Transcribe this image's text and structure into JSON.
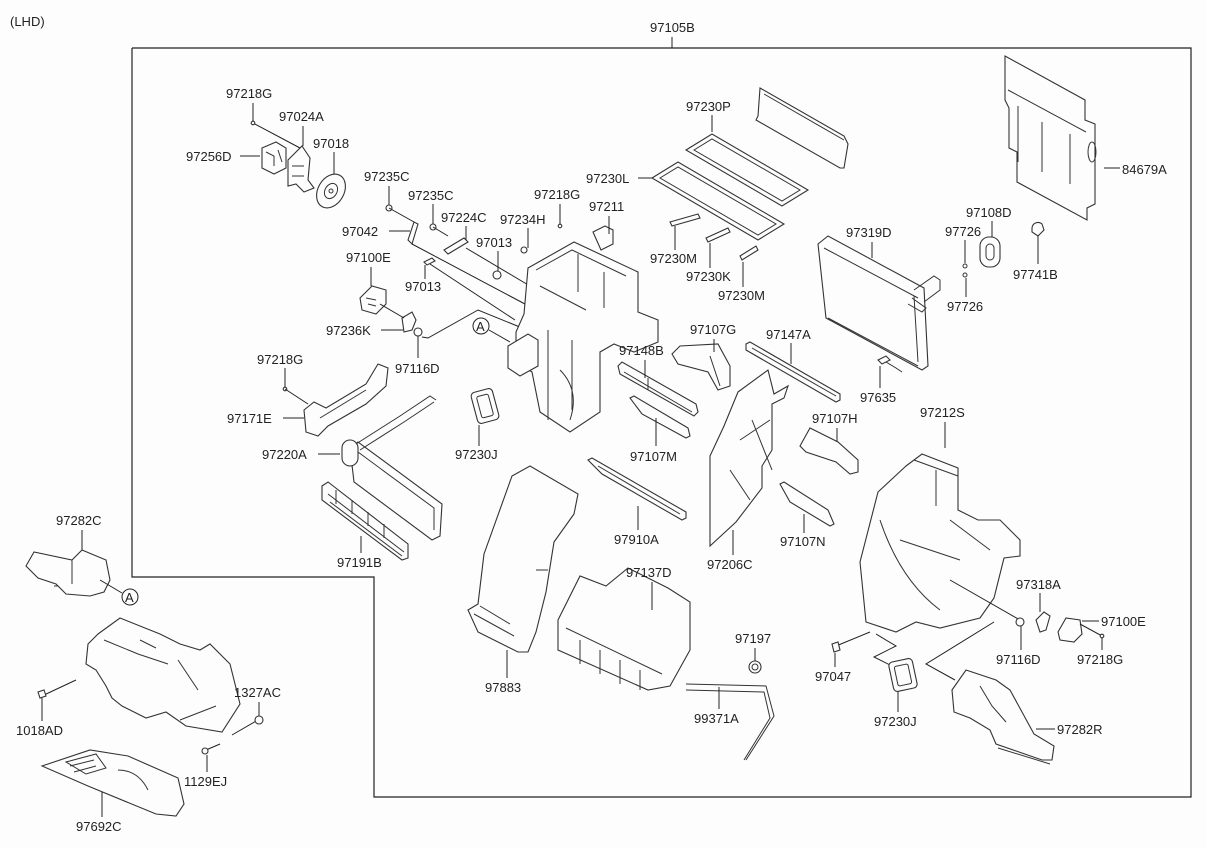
{
  "diagram": {
    "variant_label": "(LHD)",
    "assembly_label": "97105B",
    "reference_marker": "A",
    "parts": {
      "p97218G_a": "97218G",
      "p97024A": "97024A",
      "p97018": "97018",
      "p97256D": "97256D",
      "p97235C_a": "97235C",
      "p97235C_b": "97235C",
      "p97224C": "97224C",
      "p97234H": "97234H",
      "p97218G_b": "97218G",
      "p97211": "97211",
      "p97042": "97042",
      "p97013_a": "97013",
      "p97013_b": "97013",
      "p97100E_a": "97100E",
      "p97236K": "97236K",
      "p97116D_a": "97116D",
      "p97218G_c": "97218G",
      "p97171E": "97171E",
      "p97220A": "97220A",
      "p97191B": "97191B",
      "p97230J_a": "97230J",
      "p97230P": "97230P",
      "p97230L": "97230L",
      "p97230M_a": "97230M",
      "p97230K": "97230K",
      "p97230M_b": "97230M",
      "p97319D": "97319D",
      "p97726_a": "97726",
      "p97726_b": "97726",
      "p97108D": "97108D",
      "p97741B": "97741B",
      "p84679A": "84679A",
      "p97635": "97635",
      "p97107G": "97107G",
      "p97147A": "97147A",
      "p97148B": "97148B",
      "p97107M": "97107M",
      "p97107H": "97107H",
      "p97212S": "97212S",
      "p97910A": "97910A",
      "p97206C": "97206C",
      "p97107N": "97107N",
      "p97137D": "97137D",
      "p97883": "97883",
      "p97197": "97197",
      "p99371A": "99371A",
      "p97318A": "97318A",
      "p97100E_b": "97100E",
      "p97116D_b": "97116D",
      "p97218G_d": "97218G",
      "p97047": "97047",
      "p97230J_b": "97230J",
      "p97282R": "97282R",
      "p97282C": "97282C",
      "p1327AC": "1327AC",
      "p1018AD": "1018AD",
      "p1129EJ": "1129EJ",
      "p97692C": "97692C"
    }
  }
}
